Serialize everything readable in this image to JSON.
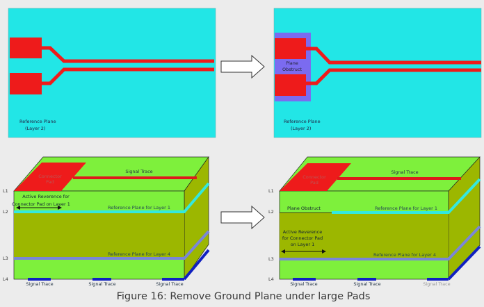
{
  "top_left": {
    "reference_plane": "Reference Plane",
    "layer": "(Layer 2)"
  },
  "top_right": {
    "obstruct_1": "Plane",
    "obstruct_2": "Obstruct",
    "reference_plane": "Reference Plane",
    "layer": "(Layer 2)"
  },
  "layers": [
    "L1",
    "L2",
    "L3",
    "L4"
  ],
  "bottom_left": {
    "pad_1": "Connector",
    "pad_2": "Pad",
    "signal_trace": "Signal Trace",
    "active_ref_1": "Active Reverence for",
    "active_ref_2": "Connector Pad on Layer 1",
    "ref_layer1": "Reference Plane for Layer 1",
    "ref_layer4": "Reference Plane for Layer 4",
    "bottom_traces": [
      "Signal Trace",
      "Signal Trace",
      "Signal Trace"
    ]
  },
  "bottom_right": {
    "pad_1": "Connector",
    "pad_2": "Pad",
    "signal_trace": "Signal Trace",
    "plane_obstruct": "Plane Obstruct",
    "active_ref_1": "Active Reverence",
    "active_ref_2": "for Connector Pad",
    "active_ref_3": "on Layer 1",
    "ref_layer1": "Reference Plane for Layer 1",
    "ref_layer4": "Reference Plane for Layer 4",
    "bottom_traces": [
      "Signal Trace",
      "Signal Trace",
      "Signal Trace"
    ]
  },
  "caption": "Figure 16: Remove Ground Plane under large Pads",
  "colors": {
    "plane": "#22e6e6",
    "pad": "#ee1b1b",
    "obstruct": "#7b6bf0",
    "green": "#7ef03c",
    "olive": "#9cb700",
    "layer4": "#7a86d8",
    "bottom": "#1020c0"
  }
}
